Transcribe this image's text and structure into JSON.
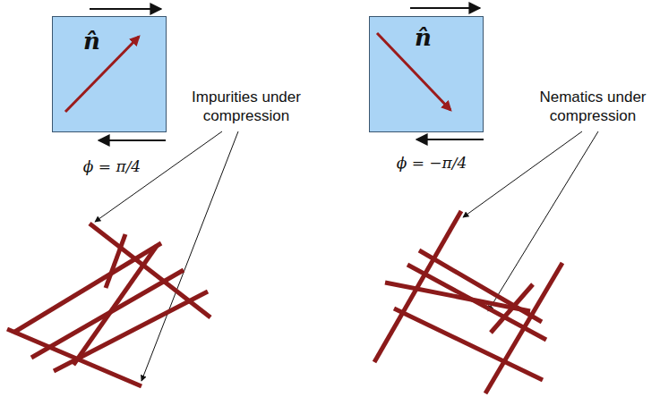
{
  "diagram": {
    "nodes": [
      {
        "text": [
          "n̂"
        ]
      },
      {
        "text": [
          "n̂"
        ]
      }
    ],
    "labels": [
      "ϕ = π/4",
      "ϕ = −π/4",
      "Impurities under compression",
      "Nematics under compression"
    ]
  }
}
